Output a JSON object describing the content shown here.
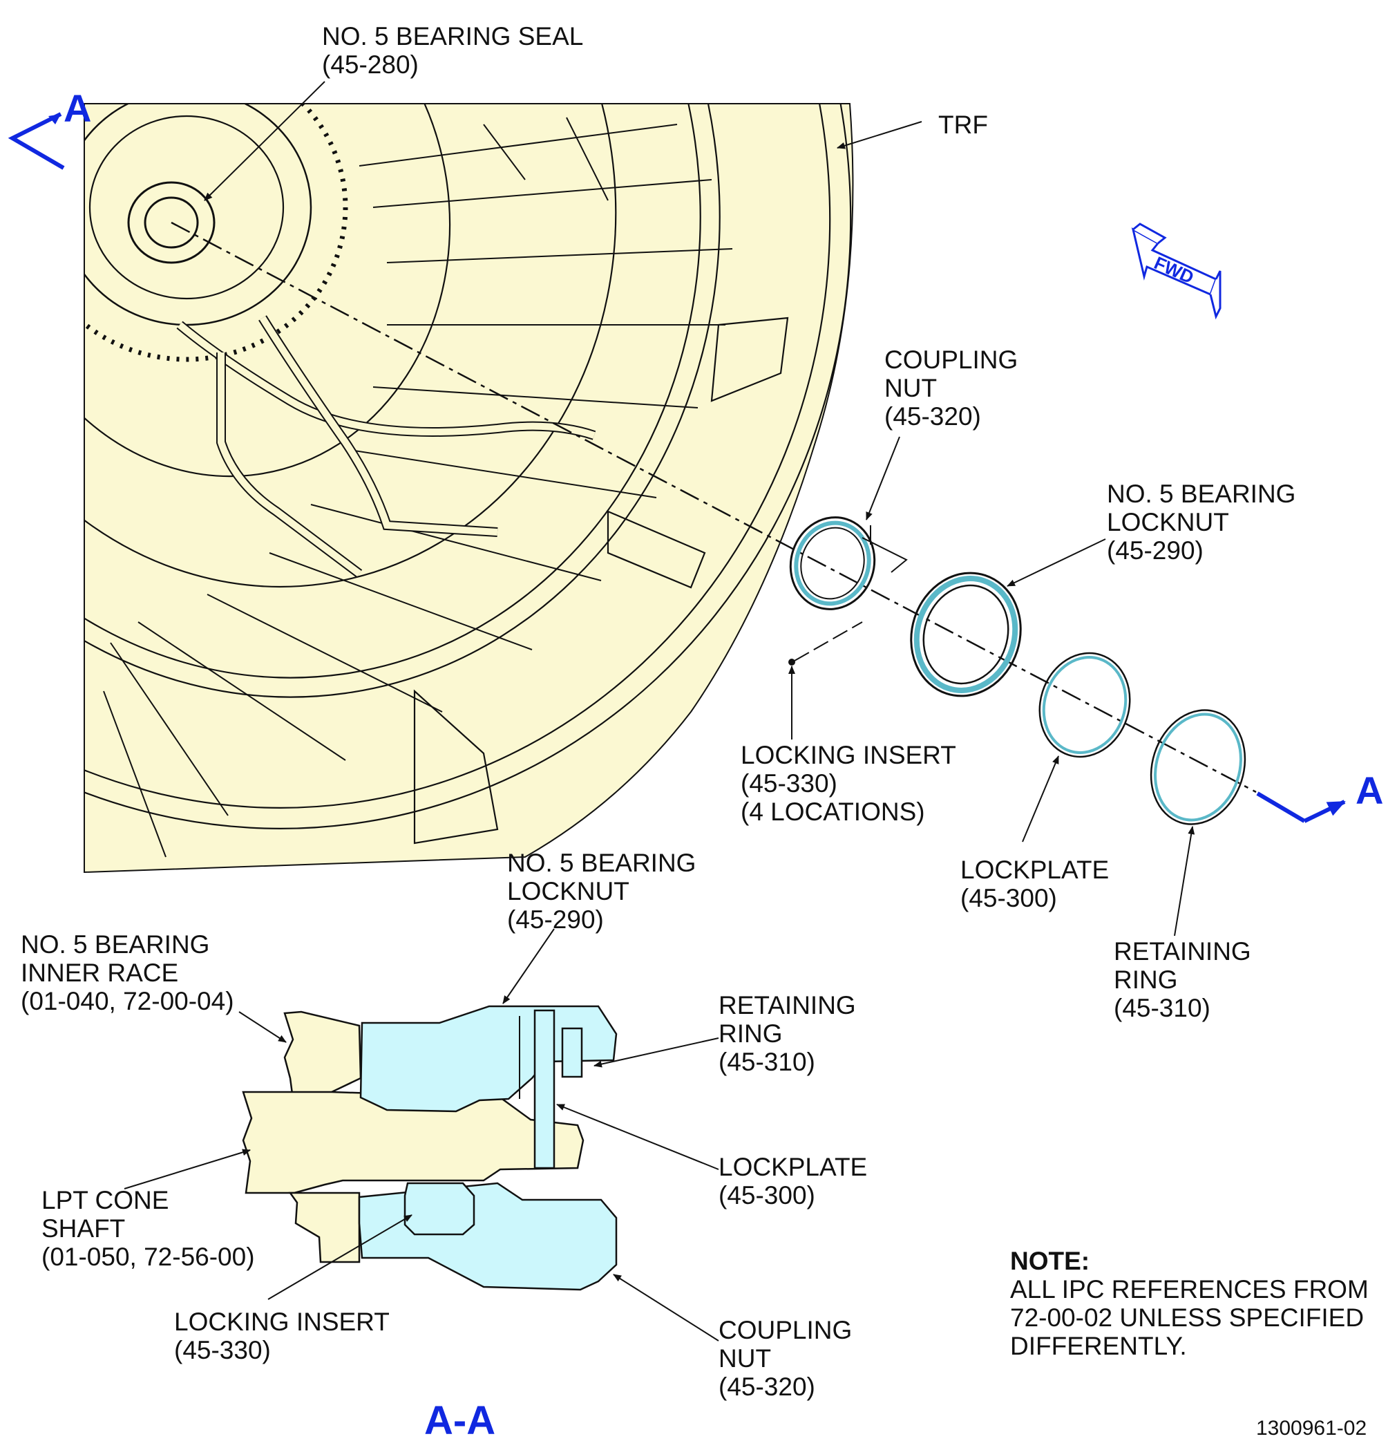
{
  "section_markers": {
    "top_left": "A",
    "right": "A",
    "section_title": "A-A"
  },
  "fwd_arrow": {
    "text": "FWD",
    "color": "#1028e0"
  },
  "colors": {
    "engine_fill": "#fbf8d2",
    "section_fill": "#ccf7fc",
    "section_arrow": "#1028e0",
    "line": "#111111"
  },
  "labels": {
    "bearing_seal": [
      "NO. 5 BEARING SEAL",
      "(45-280)"
    ],
    "trf": [
      "TRF"
    ],
    "coupling_nut_top": [
      "COUPLING",
      "NUT",
      "(45-320)"
    ],
    "locknut_top": [
      "NO. 5 BEARING",
      "LOCKNUT",
      "(45-290)"
    ],
    "locking_insert_top": [
      "LOCKING INSERT",
      "(45-330)",
      "(4 LOCATIONS)"
    ],
    "lockplate_top": [
      "LOCKPLATE",
      "(45-300)"
    ],
    "retaining_ring_top": [
      "RETAINING",
      "RING",
      "(45-310)"
    ],
    "locknut_sec": [
      "NO. 5 BEARING",
      "LOCKNUT",
      "(45-290)"
    ],
    "inner_race_sec": [
      "NO. 5 BEARING",
      "INNER RACE",
      "(01-040, 72-00-04)"
    ],
    "retaining_ring_sec": [
      "RETAINING",
      "RING",
      "(45-310)"
    ],
    "lockplate_sec": [
      "LOCKPLATE",
      "(45-300)"
    ],
    "lpt_shaft_sec": [
      "LPT CONE",
      "SHAFT",
      "(01-050, 72-56-00)"
    ],
    "locking_insert_sec": [
      "LOCKING INSERT",
      "(45-330)"
    ],
    "coupling_nut_sec": [
      "COUPLING",
      "NUT",
      "(45-320)"
    ]
  },
  "note": {
    "title": "NOTE:",
    "lines": [
      "ALL IPC REFERENCES FROM",
      "72-00-02 UNLESS SPECIFIED",
      "DIFFERENTLY."
    ]
  },
  "figure_number": "1300961-02"
}
